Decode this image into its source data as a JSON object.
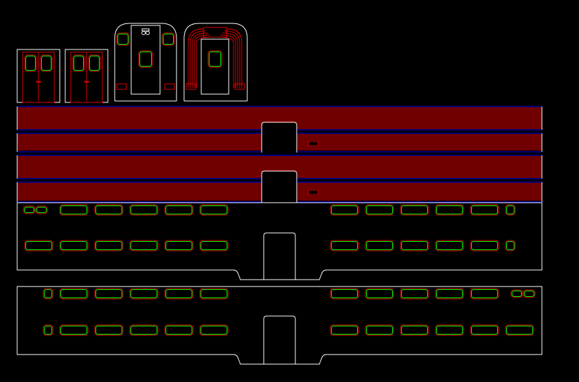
{
  "drawing": {
    "title": ""
  },
  "colors": {
    "background": "#000000",
    "outline": "#ffffff",
    "stripe_red": "#e00000",
    "stripe_blue": "#0000ff",
    "window_outer": "#e00000",
    "window_inner": "#00ff00"
  },
  "components": [
    "door-panel-left",
    "door-panel-right",
    "cab-end-front",
    "cab-end-rear",
    "roof-stripe-panels",
    "upper-deck-side",
    "lower-deck-side"
  ]
}
